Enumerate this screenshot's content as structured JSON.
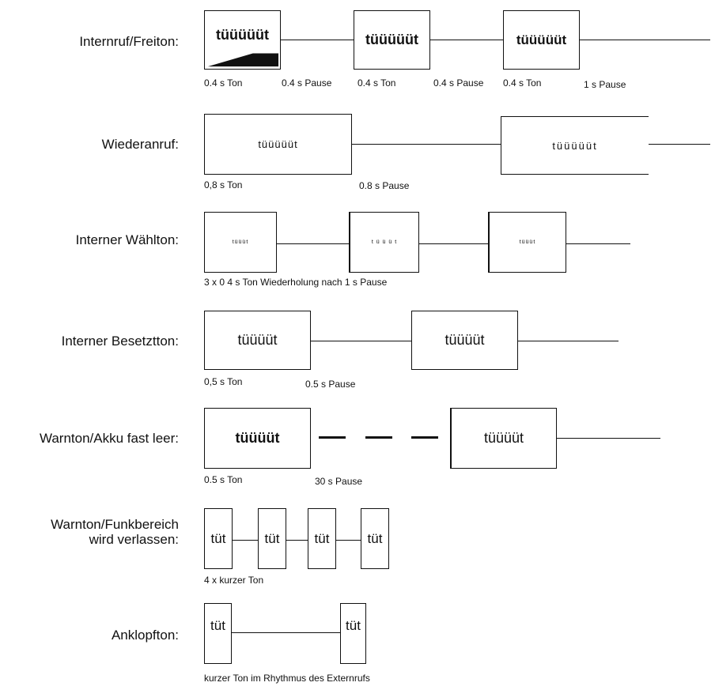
{
  "rows": {
    "internruf": {
      "label": "Internruf/Freiton:",
      "tone": "tüüüüüt",
      "captions": [
        "0.4 s Ton",
        "0.4 s Pause",
        "0.4 s Ton",
        "0.4 s Pause",
        "0.4 s Ton",
        "1 s Pause"
      ]
    },
    "wiederanruf": {
      "label": "Wiederanruf:",
      "tone": "tüüüüüt",
      "captions": [
        "0,8 s Ton",
        "0.8 s Pause"
      ]
    },
    "waehlton": {
      "label": "Interner Wählton:",
      "tone": "tüüüt",
      "tone_spaced": "t ü ü ü t",
      "captions": [
        "3 x 0 4 s Ton Wiederholung nach 1 s Pause"
      ]
    },
    "besetztton": {
      "label": "Interner  Besetztton:",
      "tone": "tüüüüt",
      "captions": [
        "0,5 s Ton",
        "0.5 s Pause"
      ]
    },
    "akku": {
      "label": "Warnton/Akku fast leer:",
      "tone": "tüüüüt",
      "captions": [
        "0.5 s Ton",
        "30 s Pause"
      ]
    },
    "funkbereich": {
      "label_line1": "Warnton/Funkbereich",
      "label_line2": "wird verlassen:",
      "tone": "tüt",
      "captions": [
        "4 x kurzer Ton"
      ]
    },
    "anklopfton": {
      "label": "Anklopfton:",
      "tone": "tüt",
      "captions": [
        "kurzer Ton im Rhythmus des Externrufs"
      ]
    }
  }
}
